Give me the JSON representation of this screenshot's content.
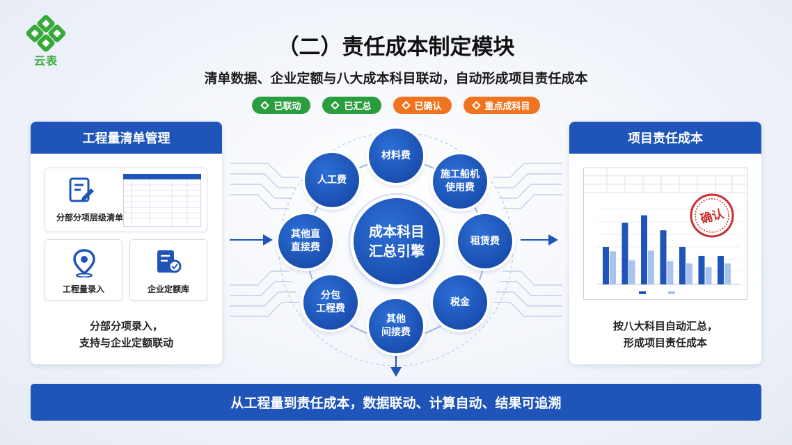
{
  "logo": {
    "text": "云表",
    "icon": "clover-logo-icon"
  },
  "title": "（二）责任成本制定模块",
  "subtitle": "清单数据、企业定额与八大成本科目联动，自动形成项目责任成本",
  "tags": [
    {
      "label": "已联动",
      "color": "#2a9d3e"
    },
    {
      "label": "已汇总",
      "color": "#2a9d3e"
    },
    {
      "label": "已确认",
      "color": "#f0741f"
    },
    {
      "label": "重点成科目",
      "color": "#f0741f"
    }
  ],
  "left_panel": {
    "header": "工程量清单管理",
    "cards": [
      {
        "label": "分部分项层级清单",
        "icon": "document-edit-icon"
      },
      {
        "label": "工程量录入",
        "icon": "location-pin-icon"
      },
      {
        "label": "企业定额库",
        "icon": "document-search-icon"
      }
    ],
    "desc_line1": "分部分项录入，",
    "desc_line2": "支持与企业定额联动"
  },
  "engine": {
    "center": [
      "成本科目",
      "汇总引擎"
    ],
    "nodes": [
      {
        "lines": [
          "材料费"
        ]
      },
      {
        "lines": [
          "施工船机",
          "使用费"
        ]
      },
      {
        "lines": [
          "租赁费"
        ]
      },
      {
        "lines": [
          "税金"
        ]
      },
      {
        "lines": [
          "其他",
          "间接费"
        ]
      },
      {
        "lines": [
          "分包",
          "工程费"
        ]
      },
      {
        "lines": [
          "其他直",
          "直接费"
        ]
      },
      {
        "lines": [
          "人工费"
        ]
      }
    ]
  },
  "right_panel": {
    "header": "项目责任成本",
    "stamp": "确认",
    "desc_line1": "按八大科目自动汇总，",
    "desc_line2": "形成项目责任成本"
  },
  "bottom_banner": "从工程量到责任成本，数据联动、计算自动、结果可追溯",
  "colors": {
    "primary": "#1f55b8",
    "green": "#2a9d3e",
    "orange": "#f0741f",
    "stamp": "#c8302c"
  },
  "mini_chart": {
    "type": "bar",
    "series": [
      {
        "values": [
          0.5,
          0.82,
          0.92,
          0.72,
          0.5,
          0.38,
          0.38
        ]
      },
      {
        "values": [
          0.44,
          0.32,
          0.45,
          0.31,
          0.28,
          0.23,
          0.28
        ]
      }
    ]
  }
}
